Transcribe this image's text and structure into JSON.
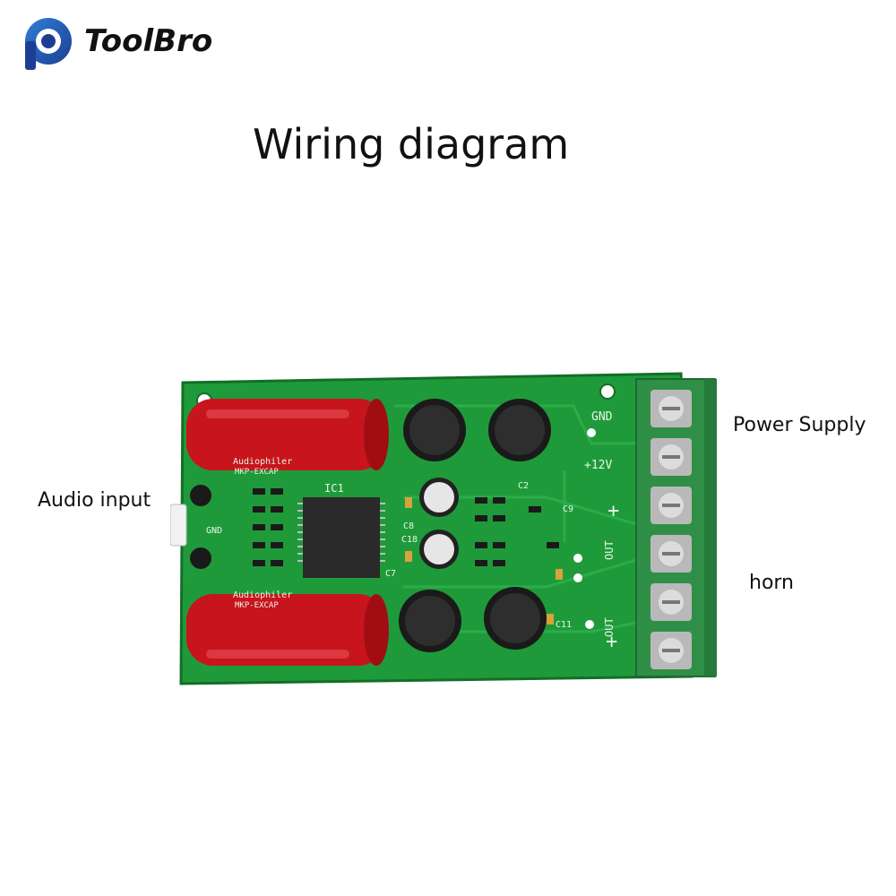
{
  "brand": {
    "name": "ToolBro",
    "colors": {
      "mark_dark": "#1c3f94",
      "mark_light": "#2f7fd6"
    }
  },
  "title": "Wiring diagram",
  "callouts": {
    "audio_input": "Audio input",
    "power_supply": "Power Supply",
    "horn": "horn"
  },
  "board": {
    "colors": {
      "pcb": "#1f9a3a",
      "pcb_edge": "#136e27",
      "terminal": "#2f8f47",
      "cap_red": "#c8141c",
      "cap_black": "#1a1a1a"
    },
    "silkscreen": {
      "gnd_top": "GND",
      "v12": "+12V",
      "plus_a": "+",
      "out_a": "OUT",
      "out_b": "OUT",
      "plus_b": "+",
      "ic_label": "IC1",
      "gnd_input": "GND",
      "cap_brand_top": "Audiophiler",
      "cap_model_top": "MKP-EXCAP",
      "cap_brand_bottom": "Audiophiler",
      "cap_model_bottom": "MKP-EXCAP",
      "c_labels": [
        "C2",
        "C8",
        "C18",
        "C11",
        "C7",
        "C9"
      ]
    }
  }
}
